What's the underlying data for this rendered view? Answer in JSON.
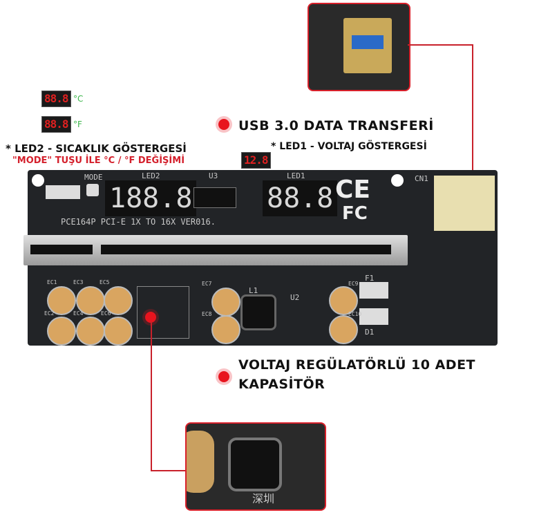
{
  "legend": {
    "celsius": {
      "display": "88.8",
      "unit": "°C"
    },
    "fahrenheit": {
      "display": "88.8",
      "unit": "°F"
    }
  },
  "led2": {
    "title": "* LED2 - SICAKLIK GÖSTERGESİ",
    "subtitle": "\"MODE\" TUŞU İLE  °C / °F DEĞİŞİMİ"
  },
  "led1": {
    "title": "* LED1 - VOLTAJ GÖSTERGESİ",
    "display": "12.8"
  },
  "callouts": {
    "usb": "USB 3.0 DATA TRANSFERİ",
    "regulator_line1": "VOLTAJ REGÜLATÖRLÜ 10 ADET",
    "regulator_line2": "KAPASİTÖR"
  },
  "board": {
    "mode_label": "MODE",
    "led2_label": "LED2",
    "led1_label": "LED1",
    "u3_label": "U3",
    "led2_display": "188.8",
    "led1_display": "88.8",
    "ce_mark": "CE",
    "fc_mark": "FC",
    "cn1_label": "CN1",
    "model_text": "PCE164P   PCI-E 1X TO 16X   VER016.",
    "labels": [
      "EC1",
      "EC2",
      "EC3",
      "EC4",
      "EC5",
      "EC6",
      "EC7",
      "EC8",
      "EC9",
      "EC10",
      "L1",
      "U2",
      "F1",
      "D1"
    ]
  },
  "inset_watermark": "深圳",
  "colors": {
    "accent": "#d8202a",
    "board": "#222427",
    "capacitor": "#d9a560"
  }
}
